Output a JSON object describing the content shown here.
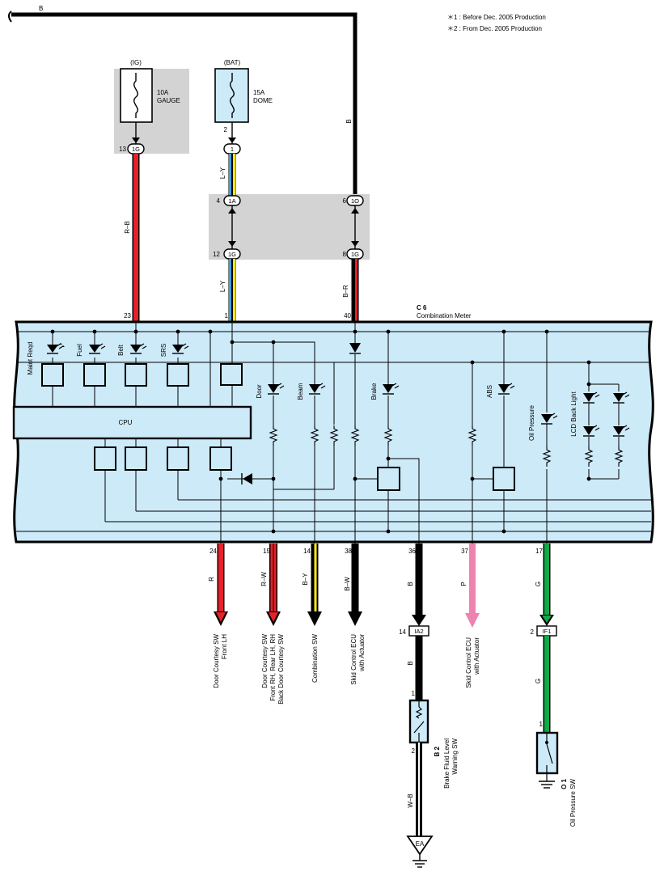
{
  "notes": {
    "note1": "＊1 : Before Dec.  2005 Production",
    "note2": "＊2 : From Dec.  2005 Production"
  },
  "top_bus": {
    "wire": "B",
    "riser_wire": "B"
  },
  "fuses": {
    "ig": {
      "source": "(IG)",
      "rating": "10A",
      "name": "GAUGE",
      "pin": "13",
      "connector": "1G"
    },
    "bat": {
      "source": "(BAT)",
      "rating": "15A",
      "name": "DOME",
      "pin": "2",
      "connector": "1"
    }
  },
  "junction": {
    "a_pin": "4",
    "a_conn": "1A",
    "o_pin": "6",
    "o_conn": "1O",
    "g1_pin": "12",
    "g1_conn": "1G",
    "g2_pin": "8",
    "g2_conn": "1G"
  },
  "wires": {
    "rb": "R–B",
    "ly_top": "L–Y",
    "ly_bottom": "L–Y",
    "br": "B–R"
  },
  "meter": {
    "ref": "C 6",
    "name": "Combination Meter",
    "pin_23": "23",
    "pin_1": "1",
    "pin_40": "40",
    "cpu": "CPU",
    "indicators": [
      "Maint Reqd",
      "Fuel",
      "Belt",
      "SRS"
    ],
    "door": "Door",
    "beam": "Beam",
    "brake": "Brake",
    "abs": "ABS",
    "oil": "Oil Pressure",
    "lcd": "LCD Back Light"
  },
  "outputs": [
    {
      "pin": "24",
      "wire": "R",
      "dest1": "Door Courtesy SW",
      "dest2": "Front LH",
      "dest3": ""
    },
    {
      "pin": "15",
      "wire": "R–W",
      "dest1": "Door Courtesy SW",
      "dest2": "Front RH,  Rear LH,  RH",
      "dest3": "Back Door Courtesy SW"
    },
    {
      "pin": "14",
      "wire": "B–Y",
      "dest1": "Combination SW",
      "dest2": "",
      "dest3": ""
    },
    {
      "pin": "38",
      "wire": "B–W",
      "dest1": "Skid Control ECU",
      "dest2": "with Actuator",
      "dest3": ""
    },
    {
      "pin": "36",
      "wire": "B",
      "dest1": "",
      "dest2": "",
      "dest3": ""
    },
    {
      "pin": "37",
      "wire": "P",
      "dest1": "Skid Control ECU",
      "dest2": "with Actuator",
      "dest3": ""
    },
    {
      "pin": "17",
      "wire": "G",
      "dest1": "",
      "dest2": "",
      "dest3": ""
    }
  ],
  "brake_branch": {
    "conn_pin": "14",
    "conn": "IA2",
    "wire_after": "B",
    "sw_pin1": "1",
    "sw_pin2": "2",
    "ref": "B 2",
    "name1": "Brake Fluid Level",
    "name2": "Warning SW",
    "ground_wire": "W–B",
    "ground": "EA"
  },
  "oil_branch": {
    "conn_pin": "2",
    "conn": "IF1",
    "wire_after": "G",
    "sw_pin": "1",
    "ref": "O 1",
    "name": "Oil Pressure SW"
  },
  "colors": {
    "red": "#e8202a",
    "green": "#10a848",
    "yellow": "#f7e61c",
    "blue_stripe": "#3aa0dd",
    "pink": "#ee82b0",
    "meter_bg": "#cdeaf9",
    "junction_bg": "#d3d3d3"
  }
}
